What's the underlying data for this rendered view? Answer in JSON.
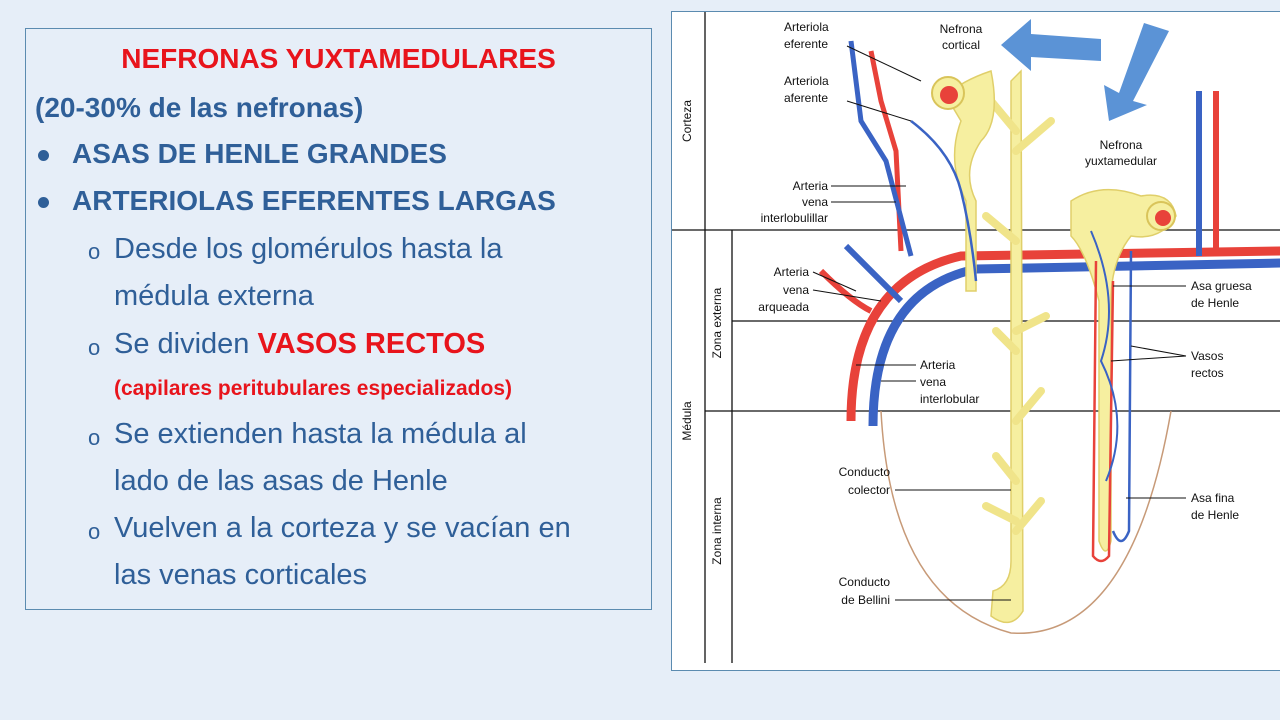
{
  "text_panel": {
    "title": "NEFRONAS YUXTAMEDULARES",
    "subtitle": "(20-30% de las nefronas)",
    "bullets": [
      "ASAS DE HENLE GRANDES",
      "ARTERIOLAS EFERENTES LARGAS"
    ],
    "sub_items": [
      {
        "line1": "Desde los glomérulos hasta la",
        "line2": "médula externa"
      },
      {
        "line1": "Se dividen ",
        "highlight": "VASOS RECTOS",
        "line2": "(capilares peritubulares especializados)"
      },
      {
        "line1": "Se extienden hasta la médula al",
        "line2": "lado de las asas de Henle"
      },
      {
        "line1": "Vuelven a la corteza y se vacían en",
        "line2": "las venas corticales"
      }
    ],
    "sub_bullet_glyph": "o"
  },
  "figure": {
    "zones": {
      "corteza": "Corteza",
      "zona_externa": "Zona externa",
      "zona_interna": "Zona interna",
      "medula": "Médula"
    },
    "labels": {
      "arteriola_eferente": [
        "Arteriola",
        "eferente"
      ],
      "arteriola_aferente": [
        "Arteriola",
        "aferente"
      ],
      "nefrona_cortical": [
        "Nefrona",
        "cortical"
      ],
      "nefrona_yuxtamedular": [
        "Nefrona",
        "yuxtamedular"
      ],
      "arteria_vena_interlobulillar": [
        "Arteria",
        "vena",
        "interlobulillar"
      ],
      "arteria_vena_arqueada": [
        "Arteria",
        "vena",
        "arqueada"
      ],
      "arteria_vena_interlobular": [
        "Arteria",
        "vena",
        "interlobular"
      ],
      "asa_gruesa": [
        "Asa gruesa",
        "de Henle"
      ],
      "vasos_rectos": [
        "Vasos",
        "rectos"
      ],
      "conducto_colector": [
        "Conducto",
        "colector"
      ],
      "asa_fina": [
        "Asa fina",
        "de Henle"
      ],
      "conducto_bellini": [
        "Conducto",
        "de Bellini"
      ]
    },
    "colors": {
      "artery": "#e8423a",
      "vein": "#3a63c4",
      "tubule": "#f6efa0",
      "arrow": "#5b93d6"
    }
  }
}
